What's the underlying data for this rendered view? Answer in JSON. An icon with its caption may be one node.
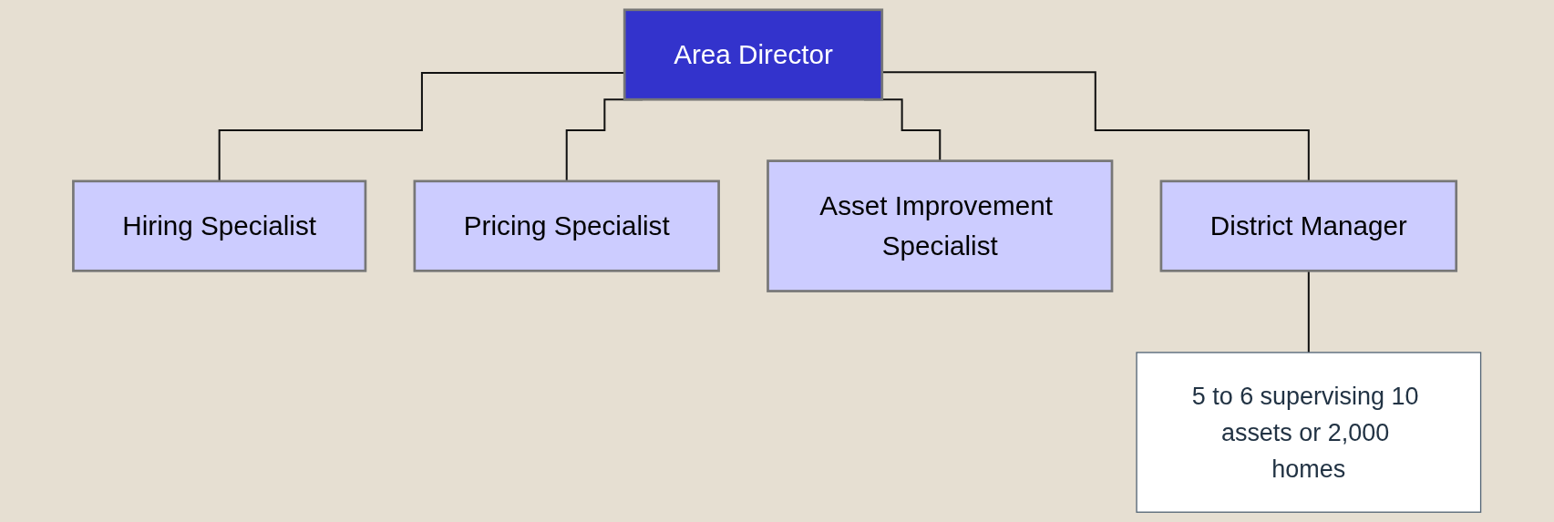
{
  "diagram": {
    "nodes": [
      {
        "text": [
          "Area Director"
        ]
      },
      {
        "text": [
          "Hiring Specialist"
        ]
      },
      {
        "text": [
          "Pricing Specialist"
        ]
      },
      {
        "text": [
          "Asset Improvement Specialist"
        ]
      },
      {
        "text": [
          "District Manager"
        ]
      },
      {
        "text": [
          "5 to 6 supervising 10 assets or 2,000 homes"
        ]
      }
    ],
    "edges": [
      {
        "from": 0,
        "to": 1,
        "arrow": "none"
      },
      {
        "from": 0,
        "to": 2,
        "arrow": "none"
      },
      {
        "from": 0,
        "to": 3,
        "arrow": "none"
      },
      {
        "from": 0,
        "to": 4,
        "arrow": "none"
      },
      {
        "from": 4,
        "to": 5,
        "arrow": "none"
      }
    ]
  }
}
